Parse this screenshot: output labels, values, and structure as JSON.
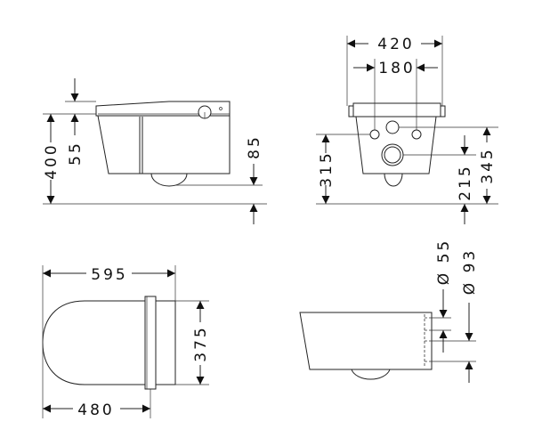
{
  "views": {
    "side": {
      "overall_height": "400",
      "seat_height": "55",
      "bowl_depth": "85"
    },
    "front": {
      "width": "420",
      "bolt_spacing": "180",
      "bolt_height": "315",
      "outlet_height": "215",
      "inlet_height": "345"
    },
    "top": {
      "length": "595",
      "width": "375",
      "seat_length": "480"
    },
    "rear": {
      "inlet_diameter": "Ø 55",
      "outlet_diameter": "Ø 93"
    }
  },
  "colors": {
    "line": "#222222",
    "background": "#ffffff"
  }
}
